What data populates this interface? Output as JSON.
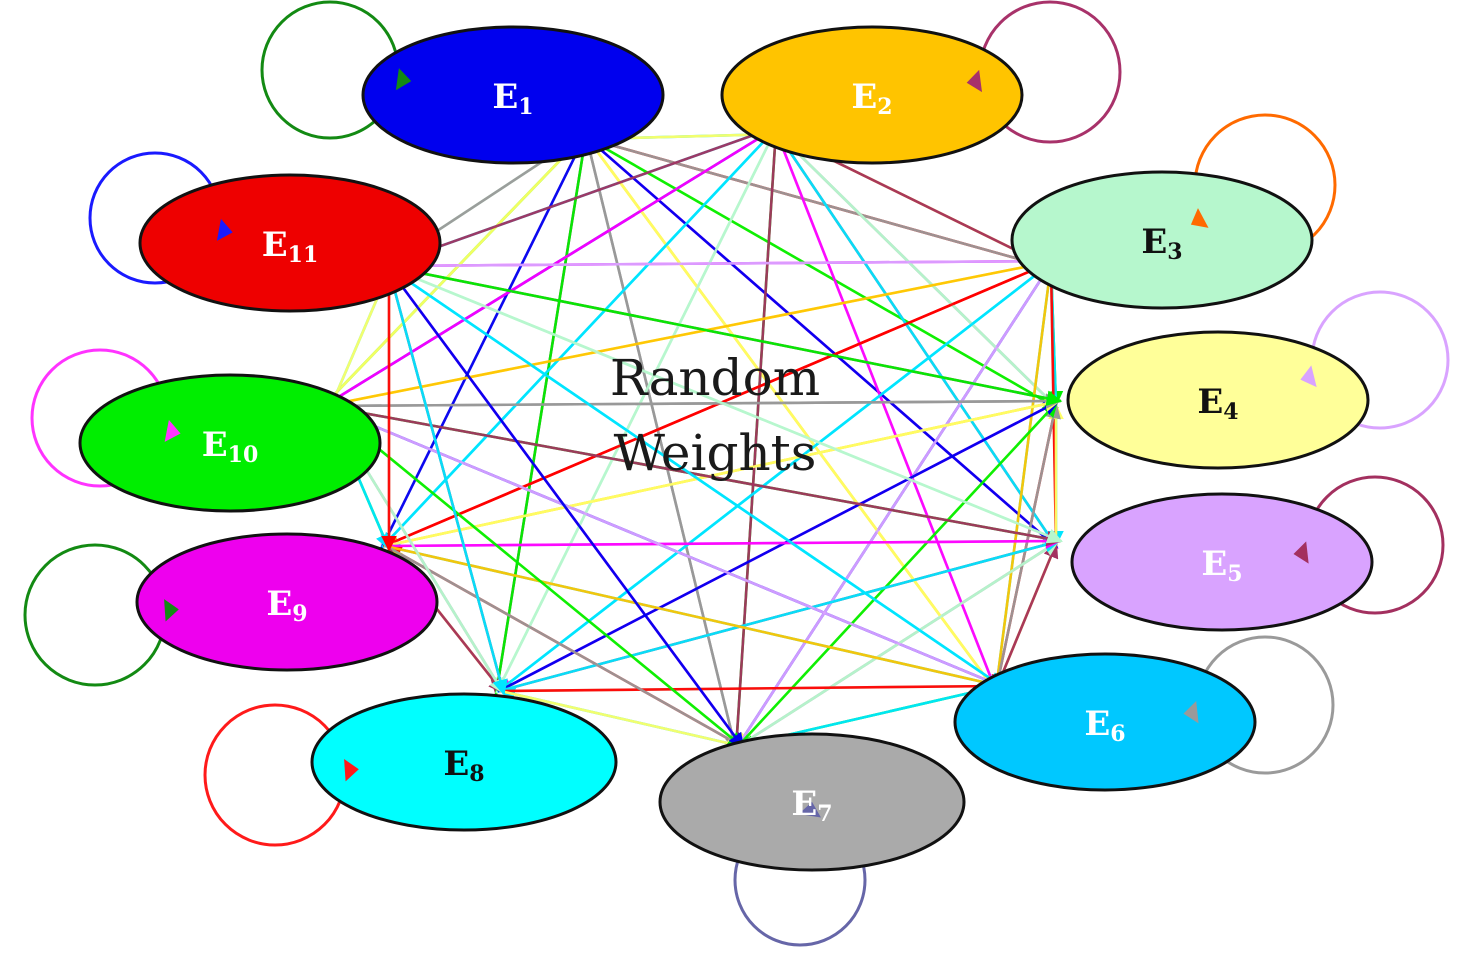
{
  "center_label": {
    "line1": "Random",
    "line2": "Weights"
  },
  "nodes": [
    {
      "id": "E1",
      "letter": "E",
      "sub": "1",
      "fill": "#0000ee",
      "text_color": "#ffffff",
      "loop_color": "#138a13"
    },
    {
      "id": "E2",
      "letter": "E",
      "sub": "2",
      "fill": "#ffc400",
      "text_color": "#ffffff",
      "loop_color": "#a8326a"
    },
    {
      "id": "E3",
      "letter": "E",
      "sub": "3",
      "fill": "#b6f7cd",
      "text_color": "#111111",
      "loop_color": "#ff6a00"
    },
    {
      "id": "E4",
      "letter": "E",
      "sub": "4",
      "fill": "#ffff99",
      "text_color": "#111111",
      "loop_color": "#d9a3ff"
    },
    {
      "id": "E5",
      "letter": "E",
      "sub": "5",
      "fill": "#d9a3ff",
      "text_color": "#ffffff",
      "loop_color": "#a3305f"
    },
    {
      "id": "E6",
      "letter": "E",
      "sub": "6",
      "fill": "#00c8ff",
      "text_color": "#ffffff",
      "loop_color": "#9a9a9a"
    },
    {
      "id": "E7",
      "letter": "E",
      "sub": "7",
      "fill": "#aaaaaa",
      "text_color": "#ffffff",
      "loop_color": "#6666a8"
    },
    {
      "id": "E8",
      "letter": "E",
      "sub": "8",
      "fill": "#00ffff",
      "text_color": "#111111",
      "loop_color": "#ff1a1a"
    },
    {
      "id": "E9",
      "letter": "E",
      "sub": "9",
      "fill": "#ee00ee",
      "text_color": "#ffffff",
      "loop_color": "#138a13"
    },
    {
      "id": "E10",
      "letter": "E",
      "sub": "10",
      "fill": "#00ee00",
      "text_color": "#ffffff",
      "loop_color": "#ff33ff"
    },
    {
      "id": "E11",
      "letter": "E",
      "sub": "11",
      "fill": "#ee0000",
      "text_color": "#ffffff",
      "loop_color": "#1a1aff"
    }
  ],
  "edge_colors": [
    "#0000ee",
    "#ffc400",
    "#b6f7cd",
    "#ffff66",
    "#d9a3ff",
    "#00e5ff",
    "#999999",
    "#00e5ff",
    "#ff00ff",
    "#00ee00",
    "#ff0000",
    "#a3305f"
  ]
}
